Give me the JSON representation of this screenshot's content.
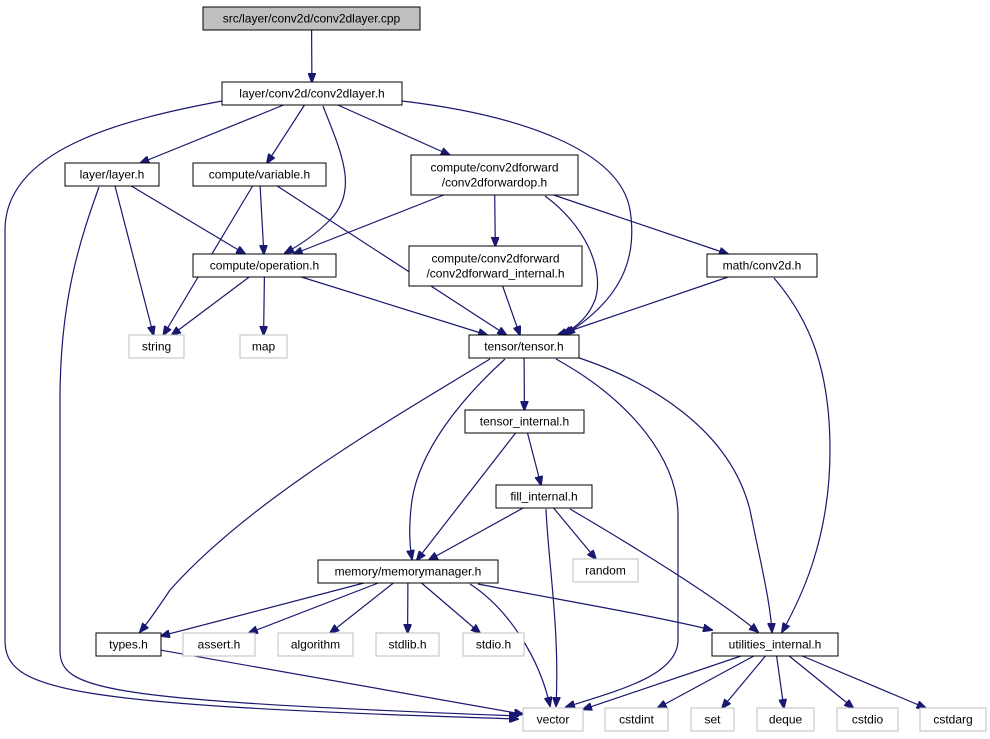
{
  "nodes": [
    {
      "id": "conv2dlayer_cpp",
      "lines": [
        "src/layer/conv2d/conv2dlayer.cpp"
      ],
      "style": "root"
    },
    {
      "id": "conv2dlayer_h",
      "lines": [
        "layer/conv2d/conv2dlayer.h"
      ],
      "style": "normal"
    },
    {
      "id": "layer_h",
      "lines": [
        "layer/layer.h"
      ],
      "style": "normal"
    },
    {
      "id": "variable_h",
      "lines": [
        "compute/variable.h"
      ],
      "style": "normal"
    },
    {
      "id": "conv2dforwardop_h",
      "lines": [
        "compute/conv2dforward",
        "/conv2dforwardop.h"
      ],
      "style": "normal"
    },
    {
      "id": "operation_h",
      "lines": [
        "compute/operation.h"
      ],
      "style": "normal"
    },
    {
      "id": "conv2dforward_internal_h",
      "lines": [
        "compute/conv2dforward",
        "/conv2dforward_internal.h"
      ],
      "style": "normal"
    },
    {
      "id": "math_conv2d_h",
      "lines": [
        "math/conv2d.h"
      ],
      "style": "normal"
    },
    {
      "id": "string",
      "lines": [
        "string"
      ],
      "style": "ext"
    },
    {
      "id": "map",
      "lines": [
        "map"
      ],
      "style": "ext"
    },
    {
      "id": "tensor_h",
      "lines": [
        "tensor/tensor.h"
      ],
      "style": "normal"
    },
    {
      "id": "tensor_internal_h",
      "lines": [
        "tensor_internal.h"
      ],
      "style": "normal"
    },
    {
      "id": "fill_internal_h",
      "lines": [
        "fill_internal.h"
      ],
      "style": "normal"
    },
    {
      "id": "random",
      "lines": [
        "random"
      ],
      "style": "ext"
    },
    {
      "id": "memorymanager_h",
      "lines": [
        "memory/memorymanager.h"
      ],
      "style": "normal"
    },
    {
      "id": "types_h",
      "lines": [
        "types.h"
      ],
      "style": "normal"
    },
    {
      "id": "assert_h",
      "lines": [
        "assert.h"
      ],
      "style": "ext"
    },
    {
      "id": "algorithm",
      "lines": [
        "algorithm"
      ],
      "style": "ext"
    },
    {
      "id": "stdlib_h",
      "lines": [
        "stdlib.h"
      ],
      "style": "ext"
    },
    {
      "id": "stdio_h",
      "lines": [
        "stdio.h"
      ],
      "style": "ext"
    },
    {
      "id": "utilities_internal_h",
      "lines": [
        "utilities_internal.h"
      ],
      "style": "normal"
    },
    {
      "id": "vector",
      "lines": [
        "vector"
      ],
      "style": "ext"
    },
    {
      "id": "cstdint",
      "lines": [
        "cstdint"
      ],
      "style": "ext"
    },
    {
      "id": "set",
      "lines": [
        "set"
      ],
      "style": "ext"
    },
    {
      "id": "deque",
      "lines": [
        "deque"
      ],
      "style": "ext"
    },
    {
      "id": "cstdio",
      "lines": [
        "cstdio"
      ],
      "style": "ext"
    },
    {
      "id": "cstdarg",
      "lines": [
        "cstdarg"
      ],
      "style": "ext"
    }
  ],
  "edges": [
    [
      "conv2dlayer_cpp",
      "conv2dlayer_h"
    ],
    [
      "conv2dlayer_h",
      "layer_h"
    ],
    [
      "conv2dlayer_h",
      "variable_h"
    ],
    [
      "conv2dlayer_h",
      "conv2dforwardop_h"
    ],
    [
      "conv2dlayer_h",
      "operation_h"
    ],
    [
      "conv2dlayer_h",
      "tensor_h"
    ],
    [
      "conv2dlayer_h",
      "vector"
    ],
    [
      "layer_h",
      "operation_h"
    ],
    [
      "layer_h",
      "string"
    ],
    [
      "layer_h",
      "vector"
    ],
    [
      "variable_h",
      "operation_h"
    ],
    [
      "variable_h",
      "string"
    ],
    [
      "variable_h",
      "tensor_h"
    ],
    [
      "conv2dforwardop_h",
      "operation_h"
    ],
    [
      "conv2dforwardop_h",
      "conv2dforward_internal_h"
    ],
    [
      "conv2dforwardop_h",
      "math_conv2d_h"
    ],
    [
      "conv2dforwardop_h",
      "tensor_h"
    ],
    [
      "operation_h",
      "string"
    ],
    [
      "operation_h",
      "map"
    ],
    [
      "operation_h",
      "tensor_h"
    ],
    [
      "conv2dforward_internal_h",
      "tensor_h"
    ],
    [
      "math_conv2d_h",
      "tensor_h"
    ],
    [
      "math_conv2d_h",
      "utilities_internal_h"
    ],
    [
      "tensor_h",
      "tensor_internal_h"
    ],
    [
      "tensor_h",
      "memorymanager_h"
    ],
    [
      "tensor_h",
      "types_h"
    ],
    [
      "tensor_h",
      "utilities_internal_h"
    ],
    [
      "tensor_h",
      "vector"
    ],
    [
      "tensor_internal_h",
      "fill_internal_h"
    ],
    [
      "tensor_internal_h",
      "memorymanager_h"
    ],
    [
      "fill_internal_h",
      "memorymanager_h"
    ],
    [
      "fill_internal_h",
      "random"
    ],
    [
      "fill_internal_h",
      "utilities_internal_h"
    ],
    [
      "fill_internal_h",
      "vector"
    ],
    [
      "memorymanager_h",
      "types_h"
    ],
    [
      "memorymanager_h",
      "assert_h"
    ],
    [
      "memorymanager_h",
      "algorithm"
    ],
    [
      "memorymanager_h",
      "stdlib_h"
    ],
    [
      "memorymanager_h",
      "stdio_h"
    ],
    [
      "memorymanager_h",
      "utilities_internal_h"
    ],
    [
      "memorymanager_h",
      "vector"
    ],
    [
      "types_h",
      "vector"
    ],
    [
      "utilities_internal_h",
      "vector"
    ],
    [
      "utilities_internal_h",
      "cstdint"
    ],
    [
      "utilities_internal_h",
      "set"
    ],
    [
      "utilities_internal_h",
      "deque"
    ],
    [
      "utilities_internal_h",
      "cstdio"
    ],
    [
      "utilities_internal_h",
      "cstdarg"
    ]
  ]
}
